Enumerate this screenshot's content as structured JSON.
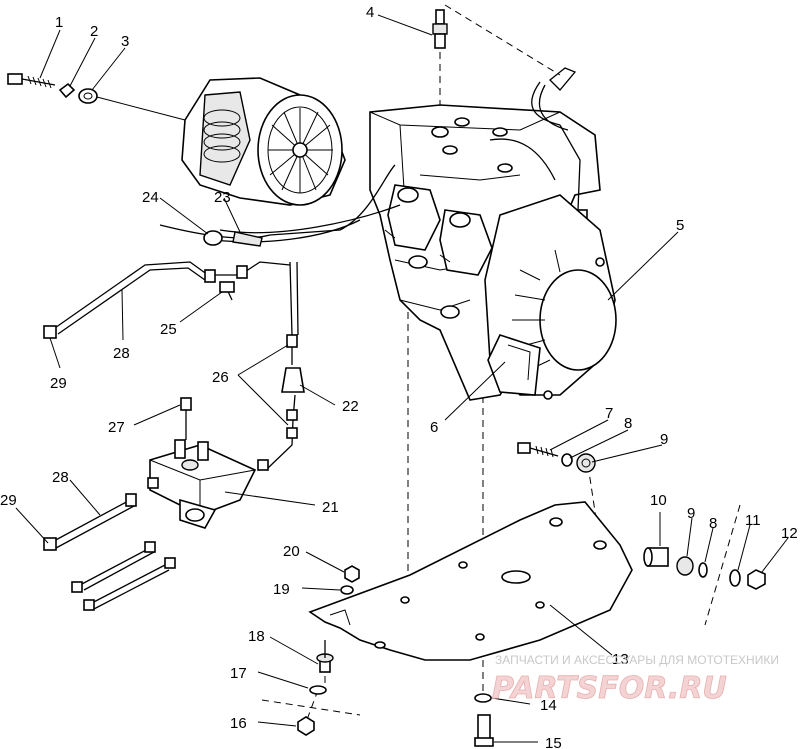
{
  "callouts": [
    "1",
    "2",
    "3",
    "4",
    "5",
    "6",
    "7",
    "8",
    "9",
    "10",
    "9",
    "8",
    "11",
    "12",
    "13",
    "14",
    "15",
    "16",
    "17",
    "18",
    "19",
    "20",
    "21",
    "22",
    "23",
    "24",
    "25",
    "26",
    "27",
    "28",
    "28",
    "29",
    "29"
  ],
  "watermark": {
    "subtitle": "ЗАПЧАСТИ И АКСЕССУАРЫ ДЛЯ МОТОТЕХНИКИ",
    "logo": "PARTSFOR.RU"
  }
}
